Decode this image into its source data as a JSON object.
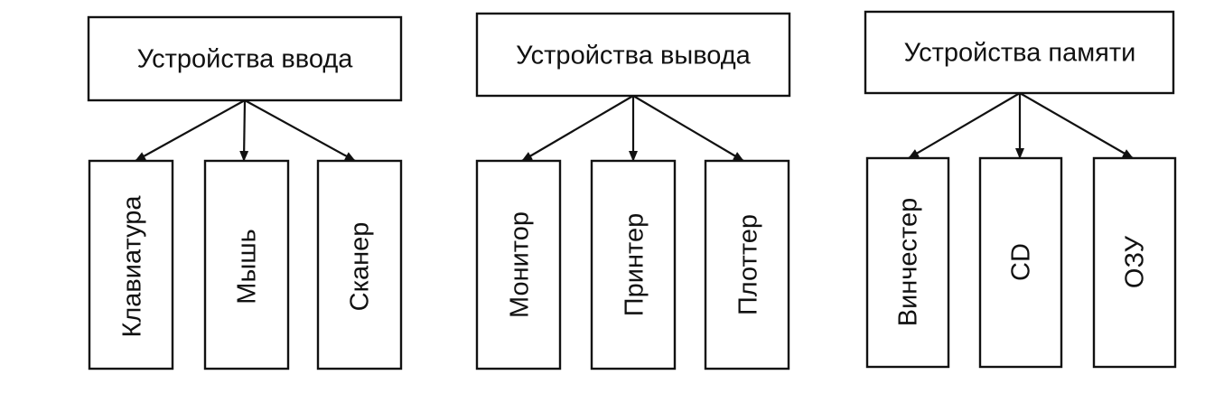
{
  "groups": [
    {
      "title": "Устройства ввода",
      "items": [
        "Клавиатура",
        "Мышь",
        "Сканер"
      ]
    },
    {
      "title": "Устройства вывода",
      "items": [
        "Монитор",
        "Принтер",
        "Плоттер"
      ]
    },
    {
      "title": "Устройства памяти",
      "items": [
        "Винчестер",
        "CD",
        "ОЗУ"
      ]
    }
  ]
}
